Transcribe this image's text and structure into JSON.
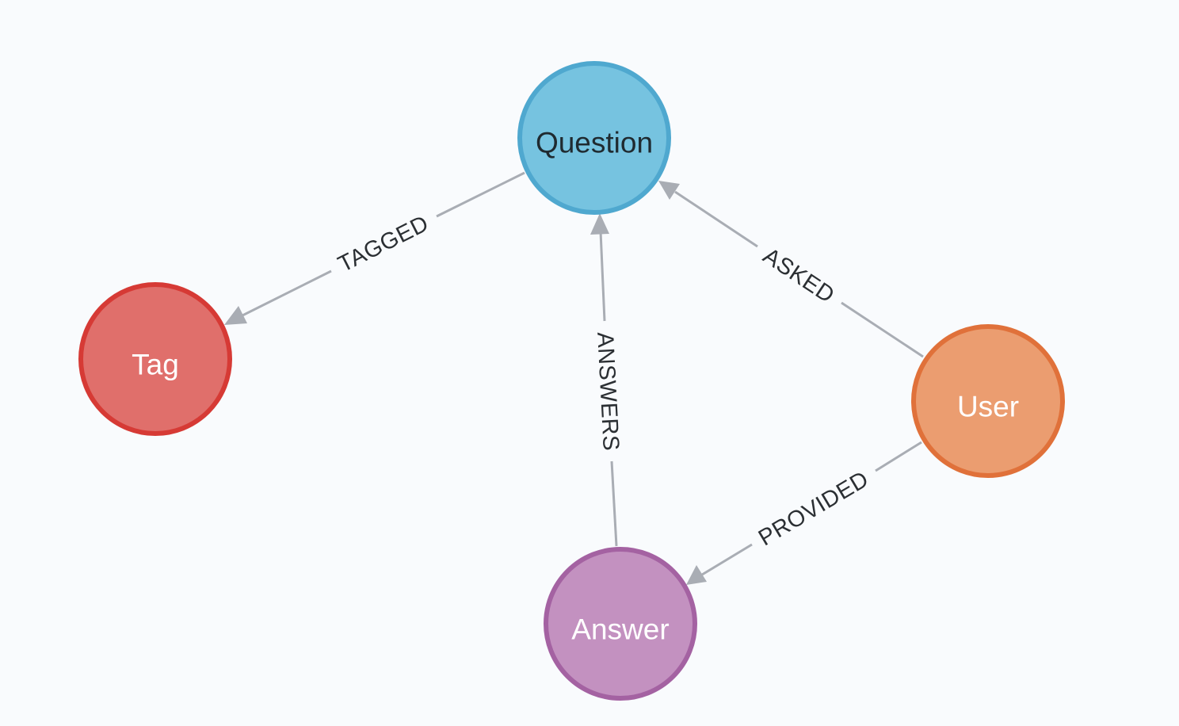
{
  "graph": {
    "nodes": {
      "question": {
        "label": "Question",
        "fill": "#76c3e0",
        "stroke": "#4fa8cf",
        "text_color": "#1f2a30"
      },
      "tag": {
        "label": "Tag",
        "fill": "#e06f6b",
        "stroke": "#d63a35",
        "text_color": "#ffffff"
      },
      "user": {
        "label": "User",
        "fill": "#eb9d70",
        "stroke": "#e0713a",
        "text_color": "#ffffff"
      },
      "answer": {
        "label": "Answer",
        "fill": "#c391c0",
        "stroke": "#a462a2",
        "text_color": "#ffffff"
      }
    },
    "edges": {
      "tagged": {
        "label": "TAGGED",
        "from": "question",
        "to": "tag"
      },
      "answers": {
        "label": "ANSWERS",
        "from": "answer",
        "to": "question"
      },
      "asked": {
        "label": "ASKED",
        "from": "user",
        "to": "question"
      },
      "provided": {
        "label": "PROVIDED",
        "from": "user",
        "to": "answer"
      }
    },
    "edge_color": "#a9adb4",
    "background": "#f9fbfd"
  }
}
